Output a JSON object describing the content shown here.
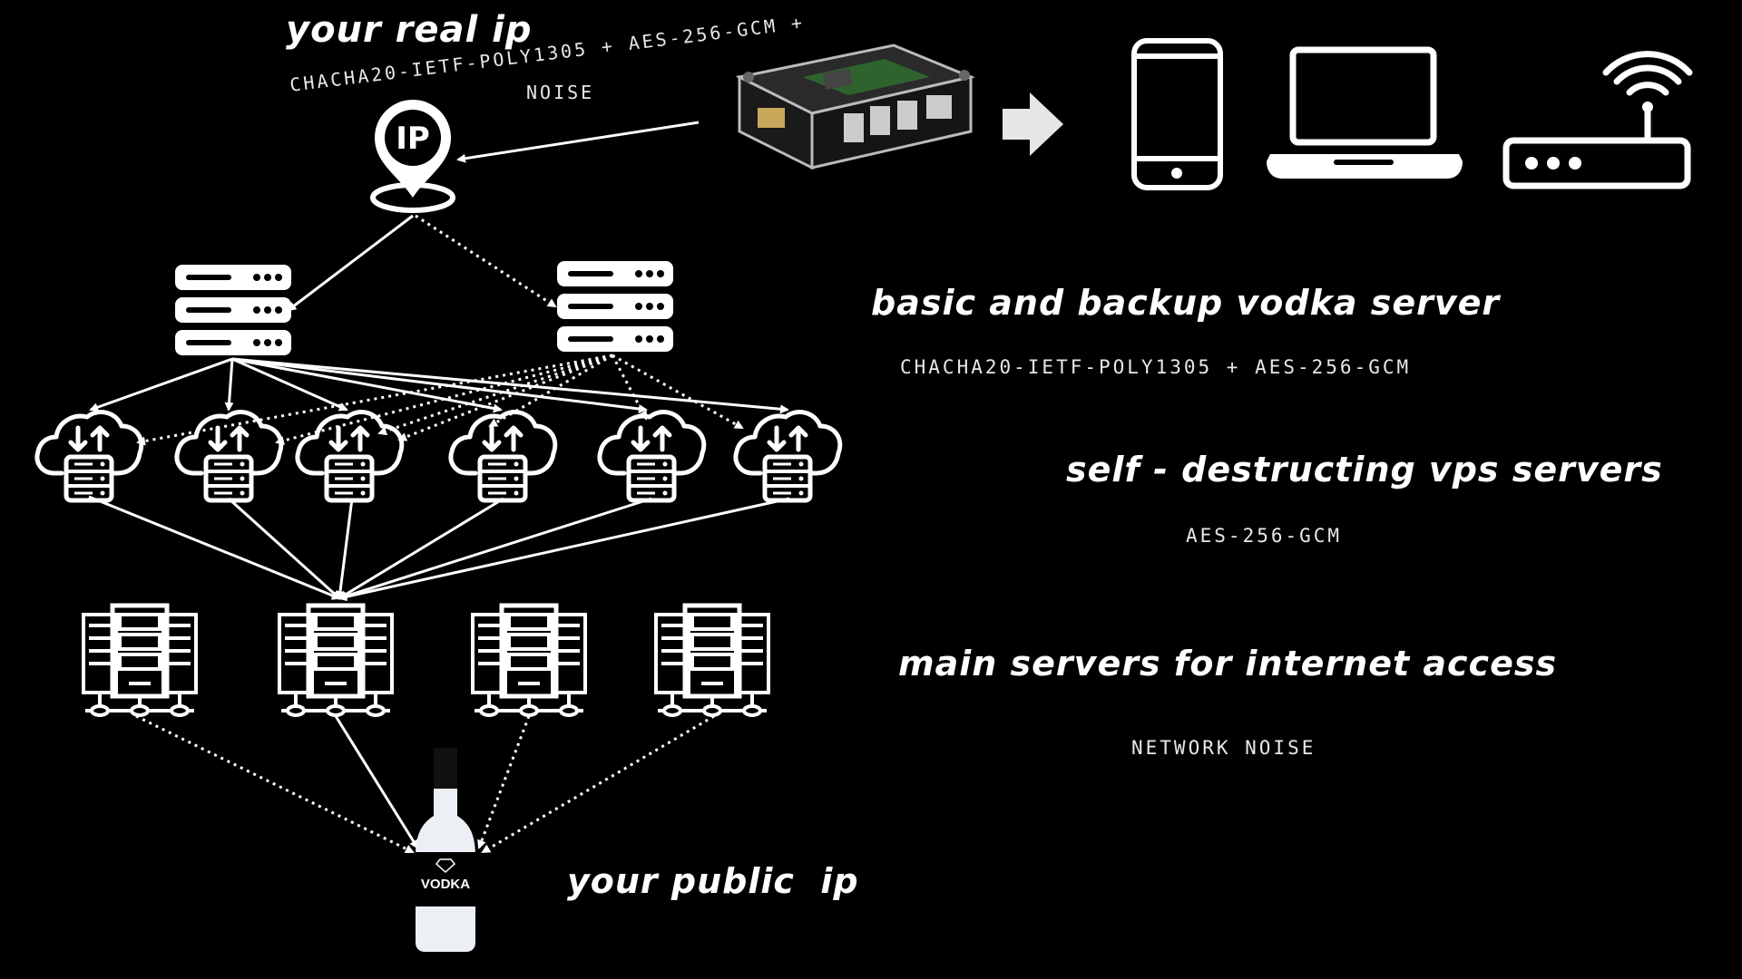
{
  "labels": {
    "real_ip": "your real ip",
    "real_ip_cipher_line1": "CHACHA20-IETF-POLY1305 + AES-256-GCM +",
    "real_ip_cipher_line2": "NOISE",
    "basic_backup": "basic and backup vodka server",
    "basic_backup_cipher": "CHACHA20-IETF-POLY1305 + AES-256-GCM",
    "self_destruct": "self - destructing vps servers",
    "self_destruct_cipher": "AES-256-GCM",
    "main_servers": "main servers for internet access",
    "main_servers_cipher": "NETWORK NOISE",
    "public_ip": "your public  ip",
    "ip_pin": "IP",
    "bottle": "VODKA"
  },
  "icons": {
    "device": "raspberry-pi-device",
    "arrow": "right-arrow",
    "clients": [
      "smartphone",
      "laptop",
      "wifi-router"
    ],
    "ip_pin": "ip-location-pin",
    "entry_servers": "server-rack",
    "vps": "cloud-server",
    "datacenter": "server-cluster",
    "exit": "vodka-bottle"
  },
  "colors": {
    "background": "#000000",
    "foreground": "#ffffff"
  }
}
